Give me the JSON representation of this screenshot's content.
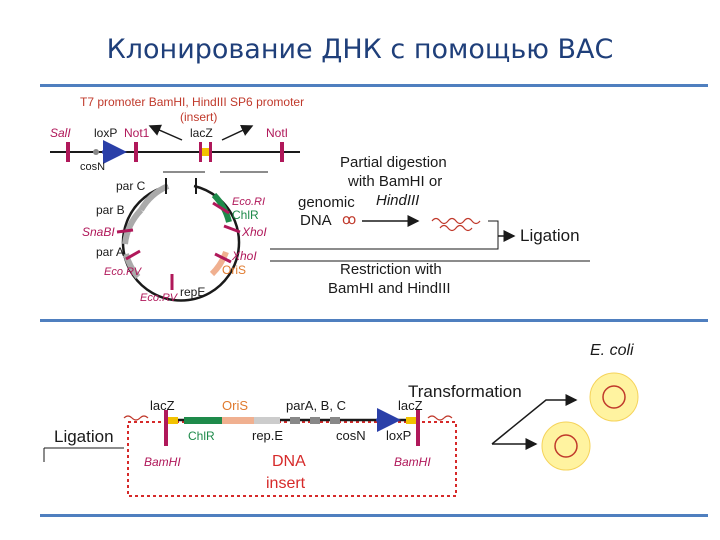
{
  "title": "Клонирование ДНК с помощью ВАС",
  "colors": {
    "title": "#1f3f7a",
    "rule": "#4f7fbf",
    "site": "#b0185a",
    "red": "#c0392b",
    "orange": "#e07a2e",
    "green": "#1e8a4a",
    "lox": "#2a3fa8",
    "lacz_yellow": "#f2c200",
    "colony_fill": "#fff3a0"
  },
  "vector": {
    "t7_line": "T7 promoter BamHI, HindIII SP6 promoter",
    "insert_note": "(insert)",
    "sal": "SalI",
    "loxp": "loxP",
    "not1_left": "Not1",
    "lacz": "lacZ",
    "noti_right": "NotI",
    "cosn": "cosN",
    "parc": "par C",
    "parb": "par B",
    "snabi": "SnaBI",
    "para": "par A",
    "ecorv_1": "Eco.RV",
    "ecorv_2": "Eco.RV",
    "repe": "repE",
    "ecori": "Eco.RI",
    "chl": "ChlR",
    "xhoi_1": "XhoI",
    "xhoi_2": "XhoI",
    "oris": "OriS"
  },
  "process": {
    "partial_1": "Partial digestion",
    "partial_2": "with BamHI or",
    "partial_3": "HindIII",
    "genomic_1": "genomic",
    "genomic_2": "DNA",
    "ligation_top": "Ligation",
    "restriction_1": "Restriction with",
    "restriction_2": "BamHI and HindIII"
  },
  "bottom": {
    "ecoli": "E. coli",
    "transformation": "Transformation",
    "ligation": "Ligation",
    "lacz_left": "lacZ",
    "oris": "OriS",
    "par": "parA, B, C",
    "lacz_right": "lacZ",
    "chl": "ChlR",
    "repe": "rep.E",
    "cosn": "cosN",
    "loxp": "loxP",
    "bamhi_left": "BamHI",
    "bamhi_right": "BamHI",
    "insert_1": "DNA",
    "insert_2": "insert"
  }
}
